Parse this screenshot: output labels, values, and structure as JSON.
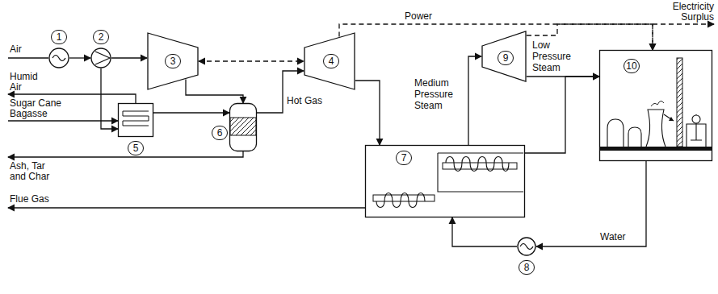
{
  "diagram": {
    "nodes": [
      {
        "text": [
          "1"
        ]
      },
      {
        "text": [
          "2"
        ]
      },
      {
        "text": [
          "3"
        ]
      },
      {
        "text": [
          "4"
        ]
      },
      {
        "text": [
          "5"
        ]
      },
      {
        "text": [
          "6"
        ]
      },
      {
        "text": [
          "7"
        ]
      },
      {
        "text": [
          "8"
        ]
      },
      {
        "text": [
          "9"
        ]
      },
      {
        "text": [
          "10"
        ]
      }
    ],
    "edges": [
      {
        "from": 0,
        "to": 1,
        "arrow": "to"
      },
      {
        "from": 1,
        "to": 2,
        "arrow": "to"
      },
      {
        "from": 1,
        "to": 4,
        "arrow": "to"
      },
      {
        "from": 2,
        "to": 5,
        "arrow": "to"
      },
      {
        "from": 4,
        "to": 5,
        "arrow": "to"
      },
      {
        "from": 5,
        "to": 3,
        "label": "Hot Gas",
        "arrow": "to"
      },
      {
        "from": 3,
        "to": 6,
        "arrow": "to"
      },
      {
        "from": 6,
        "to": 8,
        "label": "Medium Pressure Steam",
        "arrow": "to"
      },
      {
        "from": 8,
        "to": 9,
        "label": "Low Pressure Steam",
        "arrow": "to"
      },
      {
        "from": 6,
        "to": 9,
        "arrow": "to"
      },
      {
        "from": 9,
        "to": 7,
        "label": "Water",
        "arrow": "to"
      },
      {
        "from": 7,
        "to": 6,
        "arrow": "to"
      },
      {
        "from": 2,
        "to": 3,
        "arrow": "both"
      },
      {
        "from": 3,
        "to": 9,
        "label": "Power",
        "arrow": "to"
      },
      {
        "from": 8,
        "to": 9,
        "arrow": "to"
      }
    ],
    "labels": [
      "Air",
      "Humid Air",
      "Sugar Cane Bagasse",
      "Ash, Tar and Char",
      "Flue Gas",
      "Electricity Surplus"
    ]
  }
}
